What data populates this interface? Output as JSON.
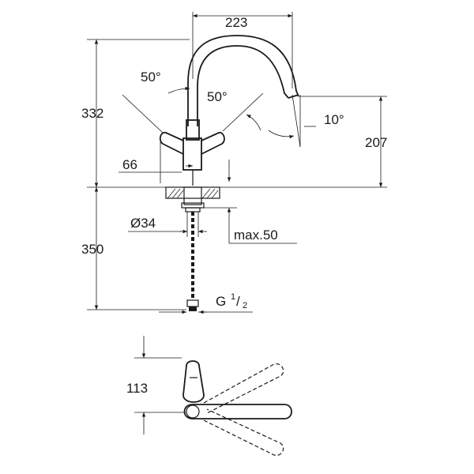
{
  "dimensions": {
    "spout_reach": "223",
    "total_height": "332",
    "handle_angle_left": "50°",
    "handle_angle_right": "50°",
    "spout_tilt": "10°",
    "spout_outlet_height": "207",
    "base_offset": "66",
    "hole_diameter": "Ø34",
    "max_thickness": "max.50",
    "hose_length": "350",
    "connection_thread": "G",
    "thread_numerator": "1",
    "thread_denominator": "2",
    "handle_clearance": "113"
  }
}
